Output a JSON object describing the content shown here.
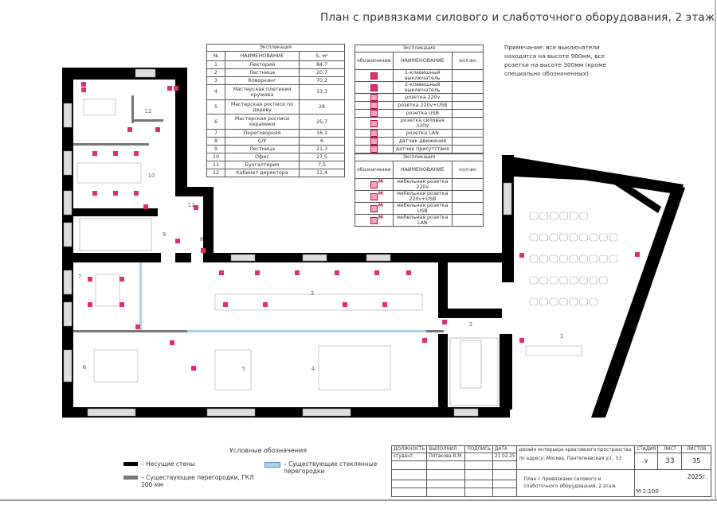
{
  "title": "План с привязками силового и слаботочного оборудования, 2 этаж",
  "rooms_table": {
    "caption": "Экспликация",
    "headers": [
      "№",
      "НАИМЕНОВАНИЕ",
      "S, м²"
    ],
    "rows": [
      {
        "n": "1",
        "name": "Лекторий",
        "s": "84,7"
      },
      {
        "n": "2",
        "name": "Лестница",
        "s": "20,7"
      },
      {
        "n": "3",
        "name": "Коворкинг",
        "s": "70,2"
      },
      {
        "n": "4",
        "name": "Мастерская плетения кружева",
        "s": "33,3"
      },
      {
        "n": "5",
        "name": "Мастерская росписи по дереву",
        "s": "28"
      },
      {
        "n": "6",
        "name": "Мастерская росписи керамики",
        "s": "25,7"
      },
      {
        "n": "7",
        "name": "Переговорная",
        "s": "16,1"
      },
      {
        "n": "8",
        "name": "С/У",
        "s": "6"
      },
      {
        "n": "9",
        "name": "Лестница",
        "s": "21,3"
      },
      {
        "n": "10",
        "name": "Офис",
        "s": "27,5"
      },
      {
        "n": "11",
        "name": "Бухгалтерия",
        "s": "7,5"
      },
      {
        "n": "12",
        "name": "Кабинет директора",
        "s": "11,4"
      }
    ]
  },
  "equipment_table": {
    "caption": "Экспликация",
    "headers": [
      "обозначение",
      "НАИМЕНОВАНИЕ",
      "кол-во"
    ],
    "rows": [
      {
        "icon": "single-switch-icon",
        "name": "1-клавишный выключатель"
      },
      {
        "icon": "double-switch-icon",
        "name": "2-клавишный выключатель"
      },
      {
        "icon": "socket-220v-icon",
        "name": "розетка 220v"
      },
      {
        "icon": "socket-220v-usb-icon",
        "name": "розетка 220v+USB"
      },
      {
        "icon": "socket-usb-icon",
        "name": "розетка USB"
      },
      {
        "icon": "power-socket-330v-icon",
        "name": "розетка силовая 330V"
      },
      {
        "icon": "socket-lan-icon",
        "name": "розетка LAN"
      },
      {
        "icon": "motion-sensor-icon",
        "name": "датчик движения"
      },
      {
        "icon": "presence-sensor-icon",
        "name": "датчик присутствия"
      }
    ]
  },
  "furniture_table": {
    "caption": "Экспликация",
    "headers": [
      "обозначение",
      "НАИМЕНОВАНИЕ",
      "кол-во"
    ],
    "mark": "M",
    "rows": [
      {
        "icon": "furniture-socket-220v-icon",
        "name": "мебельная розетка 220v"
      },
      {
        "icon": "furniture-socket-220v-usb-icon",
        "name": "мебельная розетка 220v+USB"
      },
      {
        "icon": "furniture-socket-usb-icon",
        "name": "мебельная розетка USB"
      },
      {
        "icon": "furniture-socket-lan-icon",
        "name": "мебельная розетка LAN"
      }
    ]
  },
  "note": "Примечание: все выключатели находятся на высоте 900мм, все розетки на высоте 300мм (кроме специально обозначенных)",
  "plan": {
    "room_labels": [
      "1",
      "2",
      "3",
      "4",
      "5",
      "6",
      "7",
      "8",
      "9",
      "10",
      "11",
      "12"
    ]
  },
  "legend": {
    "title": "Условные обозначения",
    "items": [
      {
        "label": "– Несущие стены",
        "color": "#000000"
      },
      {
        "label": "– Существующие перегородки, ГКЛ 100 мм",
        "color": "#777777"
      },
      {
        "label": "– Существующие стеклянные перегородки",
        "color": "#a9d4f0"
      }
    ]
  },
  "title_block": {
    "headers": [
      "ДОЛЖНОСТЬ",
      "ВЫПОЛНИЛ",
      "ПОДПИСЬ",
      "ДАТА"
    ],
    "position": "студент",
    "author": "Пятакова В.М",
    "date": "21.02.25",
    "project": "дизайн интерьера креативного пространства по адресу: Москва, Пантелеевская ул., 53",
    "stage_header": "СТАДИЯ",
    "sheet_header": "ЛИСТ",
    "sheets_header": "ЛИСТОВ",
    "stage": "У",
    "sheet": "33",
    "sheets": "35",
    "drawing_name": "План с привязками силового и слаботочного оборудования, 2 этаж",
    "year": "2025г.",
    "scale": "М 1:100"
  },
  "colors": {
    "accent": "#e0306a",
    "wall": "#000000",
    "partition": "#777777",
    "glass": "#a9d4f0"
  }
}
